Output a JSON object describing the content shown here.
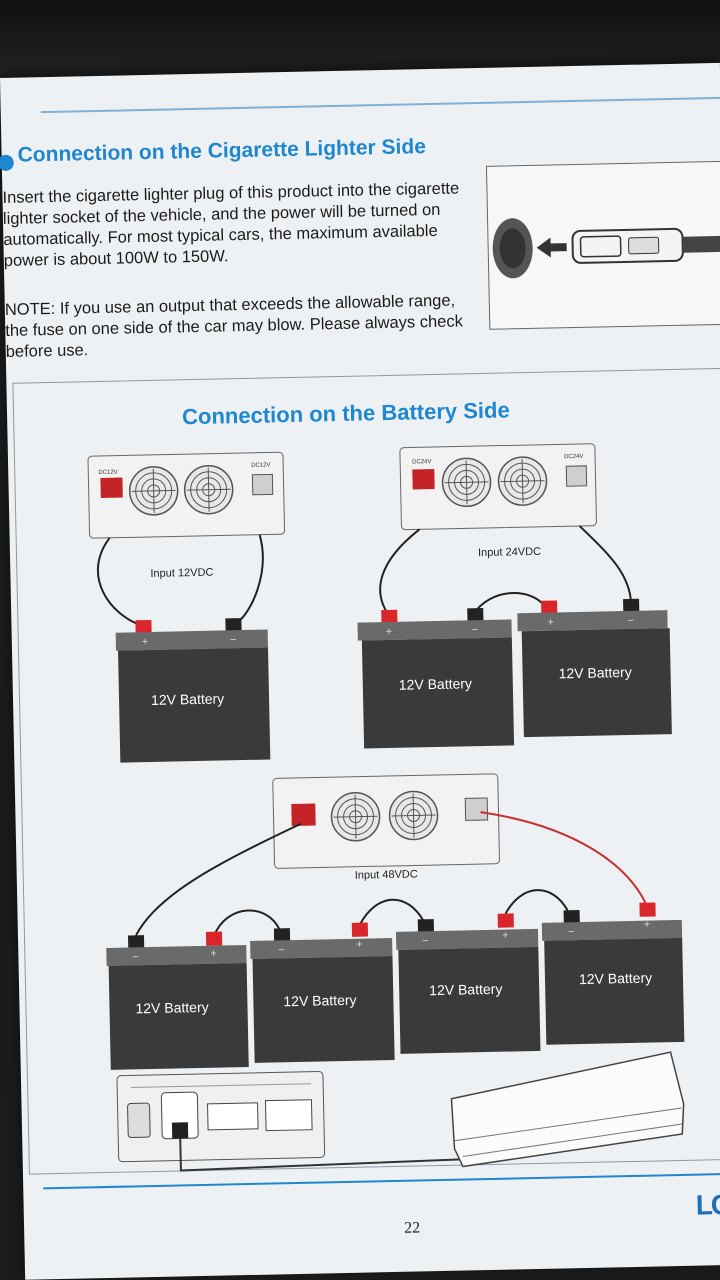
{
  "header": {
    "title": "Connection on the Cigarette Lighter Side"
  },
  "cigarette": {
    "paragraph": "Insert the cigarette lighter plug of this product into the cigarette lighter socket of the vehicle, and the power will be turned on automatically. For most typical cars, the maximum available power is about 100W to 150W.",
    "note": "NOTE: If you use an output that exceeds the allowable range, the fuse on one side of the car may blow. Please always check before use."
  },
  "battery_section": {
    "title": "Connection on the Battery Side",
    "inputs": {
      "v12": "Input 12VDC",
      "v24": "Input 24VDC",
      "v48": "Input 48VDC"
    },
    "battery_label": "12V Battery",
    "inverter_tags": {
      "dc12": "DC12V",
      "dc24": "DC24V"
    },
    "terminal_plus": "+",
    "terminal_minus": "−"
  },
  "footer": {
    "page_number": "22",
    "logo": "LCY"
  },
  "colors": {
    "accent": "#1f87cf",
    "battery": "#3a3a3a",
    "positive": "#d8262b",
    "negative": "#222222"
  }
}
